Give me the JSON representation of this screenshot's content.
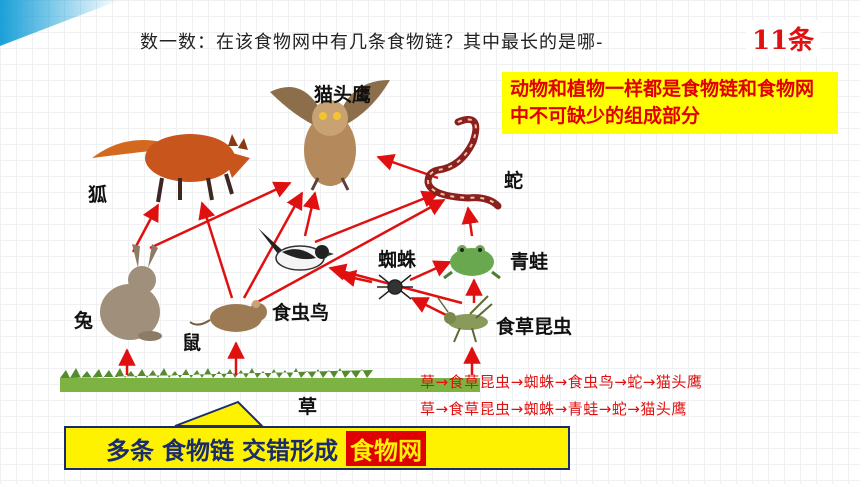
{
  "question": "数一数：在该食物网中有几条食物链？其中最长的是哪-",
  "answer": "11条",
  "note": "动物和植物一样都是食物链和食物网中不可缺少的组成部分",
  "labels": {
    "owl": "猫头鹰",
    "fox": "狐",
    "snake": "蛇",
    "spider": "蜘蛛",
    "frog": "青蛙",
    "rabbit": "兔",
    "mouse": "鼠",
    "bird": "食虫鸟",
    "insect": "食草昆虫",
    "grass": "草"
  },
  "chains": [
    "草→食草昆虫→蜘蛛→食虫鸟→蛇→猫头鹰",
    "草→食草昆虫→蜘蛛→青蛙→蛇→猫头鹰"
  ],
  "banner": {
    "part1": "多条",
    "part2": "食物链",
    "part3": "交错形成",
    "part4": "食物网"
  },
  "colors": {
    "arrow": "#e01010",
    "note_bg": "#ffff00",
    "banner_bg": "#fff200",
    "banner_text": "#1a2c6e",
    "corner": "#1aa0d8"
  },
  "icons": [
    "owl-icon",
    "fox-icon",
    "snake-icon",
    "spider-icon",
    "frog-icon",
    "rabbit-icon",
    "mouse-icon",
    "bird-icon",
    "insect-icon",
    "grass-icon"
  ]
}
